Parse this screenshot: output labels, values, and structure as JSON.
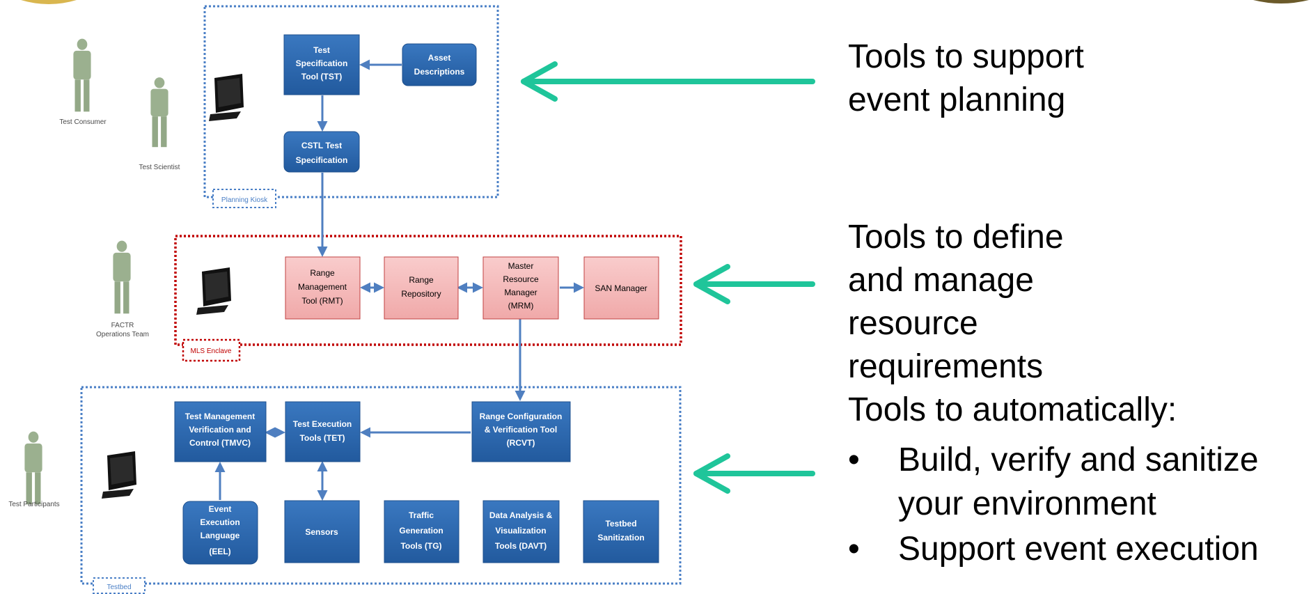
{
  "roles": {
    "test_consumer": "Test Consumer",
    "test_scientist": "Test Scientist",
    "factr_ops_line1": "FACTR",
    "factr_ops_line2": "Operations Team",
    "test_participants": "Test Participants"
  },
  "enclaves": {
    "planning": "Planning Kiosk",
    "mls": "MLS Enclave",
    "testbed": "Testbed"
  },
  "boxes": {
    "tst": [
      "Test",
      "Specification",
      "Tool (TST)"
    ],
    "asset": [
      "Asset",
      "Descriptions"
    ],
    "cstl": [
      "CSTL Test",
      "Specification"
    ],
    "rmt": [
      "Range",
      "Management",
      "Tool (RMT)"
    ],
    "repo": [
      "Range",
      "Repository"
    ],
    "mrm": [
      "Master",
      "Resource",
      "Manager",
      "(MRM)"
    ],
    "san": [
      "SAN Manager"
    ],
    "tmvc": [
      "Test Management",
      "Verification and",
      "Control (TMVC)"
    ],
    "tet": [
      "Test Execution",
      "Tools (TET)"
    ],
    "rcvt": [
      "Range Configuration",
      "& Verification Tool",
      "(RCVT)"
    ],
    "eel": [
      "Event",
      "Execution",
      "Language",
      "(EEL)"
    ],
    "sensors": [
      "Sensors"
    ],
    "tg": [
      "Traffic",
      "Generation",
      "Tools (TG)"
    ],
    "davt": [
      "Data Analysis &",
      "Visualization",
      "Tools (DAVT)"
    ],
    "sanit": [
      "Testbed",
      "Sanitization"
    ]
  },
  "right_text": {
    "planning_line1": "Tools to support",
    "planning_line2": "event planning",
    "define_line1": "Tools to define",
    "define_line2": "and manage",
    "define_line3": "resource",
    "define_line4": "requirements",
    "auto_heading": "Tools to automatically:",
    "bullet_1_line1": "Build, verify and sanitize",
    "bullet_1_line2": "your  environment",
    "bullet_2": "Support event execution"
  },
  "colors": {
    "arrow_green": "#1fc59a",
    "blue_box": "#2e6bb3",
    "pink_box": "#f4b6b6",
    "connector": "#4f7fc0",
    "red_border": "#c00000"
  }
}
